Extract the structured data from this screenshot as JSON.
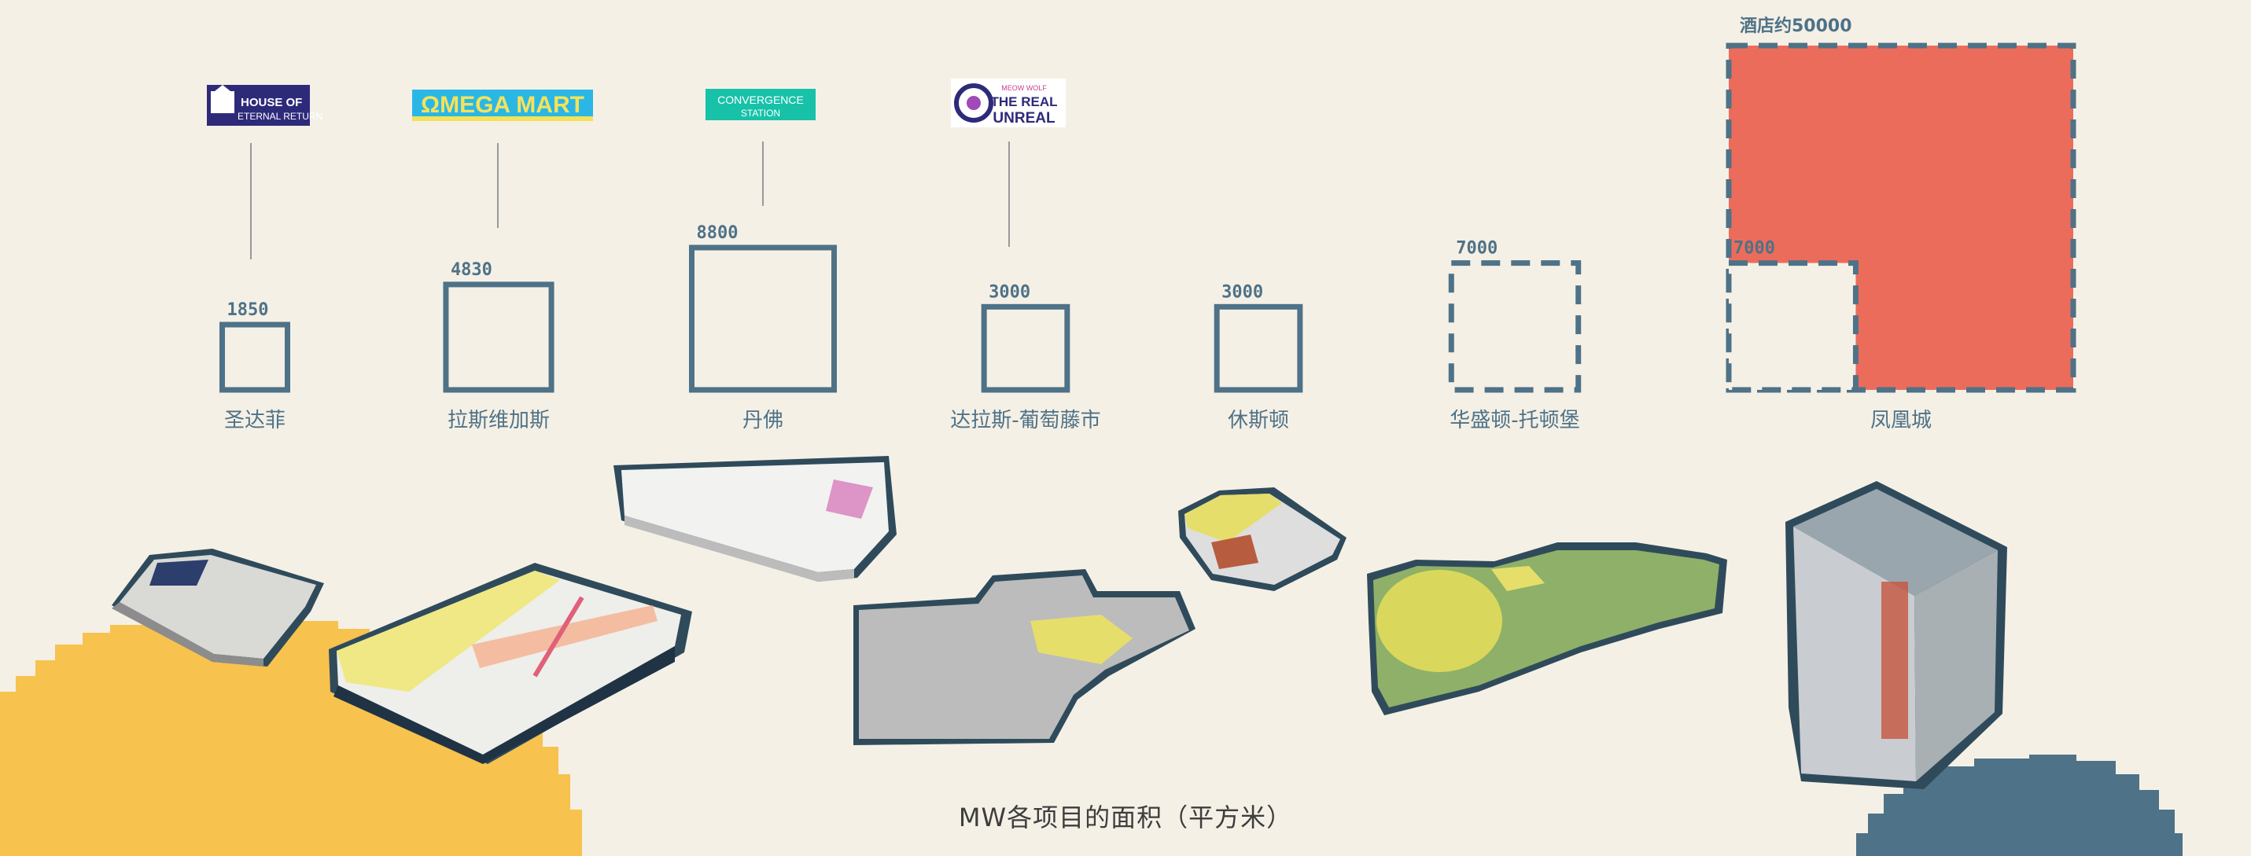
{
  "colors": {
    "background": "#f5f0e6",
    "square_stroke": "#4e7287",
    "hotel_fill": "#ec6c5c",
    "label_text": "#4e7287",
    "yellow_blob": "#f7c24e",
    "blue_blob": "#4e7287"
  },
  "logos": [
    {
      "name": "house-of-eternal-return-logo",
      "lines": [
        "HOUSE OF",
        "ETERNAL RETURN"
      ],
      "color": "#2e2a7a"
    },
    {
      "name": "omega-mart-logo",
      "lines": [
        "ΩMEGA MART"
      ],
      "color": "#2ab7e6"
    },
    {
      "name": "convergence-station-logo",
      "lines": [
        "CONVERGENCE",
        "STATION"
      ],
      "color": "#17c2a8"
    },
    {
      "name": "the-real-unreal-logo",
      "lines": [
        "MEOW WOLF",
        "THE REAL",
        "UNREAL"
      ],
      "color": "#2e2a7a"
    }
  ],
  "chart_data": {
    "type": "bar",
    "title": "MW各项目的面积（平方米）",
    "categories": [
      "圣达菲",
      "拉斯维加斯",
      "丹佛",
      "达拉斯-葡萄藤市",
      "休斯顿",
      "华盛顿-托顿堡",
      "凤凰城"
    ],
    "series": [
      {
        "values": [
          1850,
          4830,
          8800,
          3000,
          3000,
          7000,
          7000
        ]
      }
    ],
    "value_labels": [
      "1850",
      "4830",
      "8800",
      "3000",
      "3000",
      "7000",
      "7000"
    ],
    "planned": [
      false,
      false,
      false,
      false,
      false,
      true,
      true
    ],
    "extra": {
      "category": "凤凰城",
      "label": "酒店约50000",
      "value": 50000
    }
  }
}
